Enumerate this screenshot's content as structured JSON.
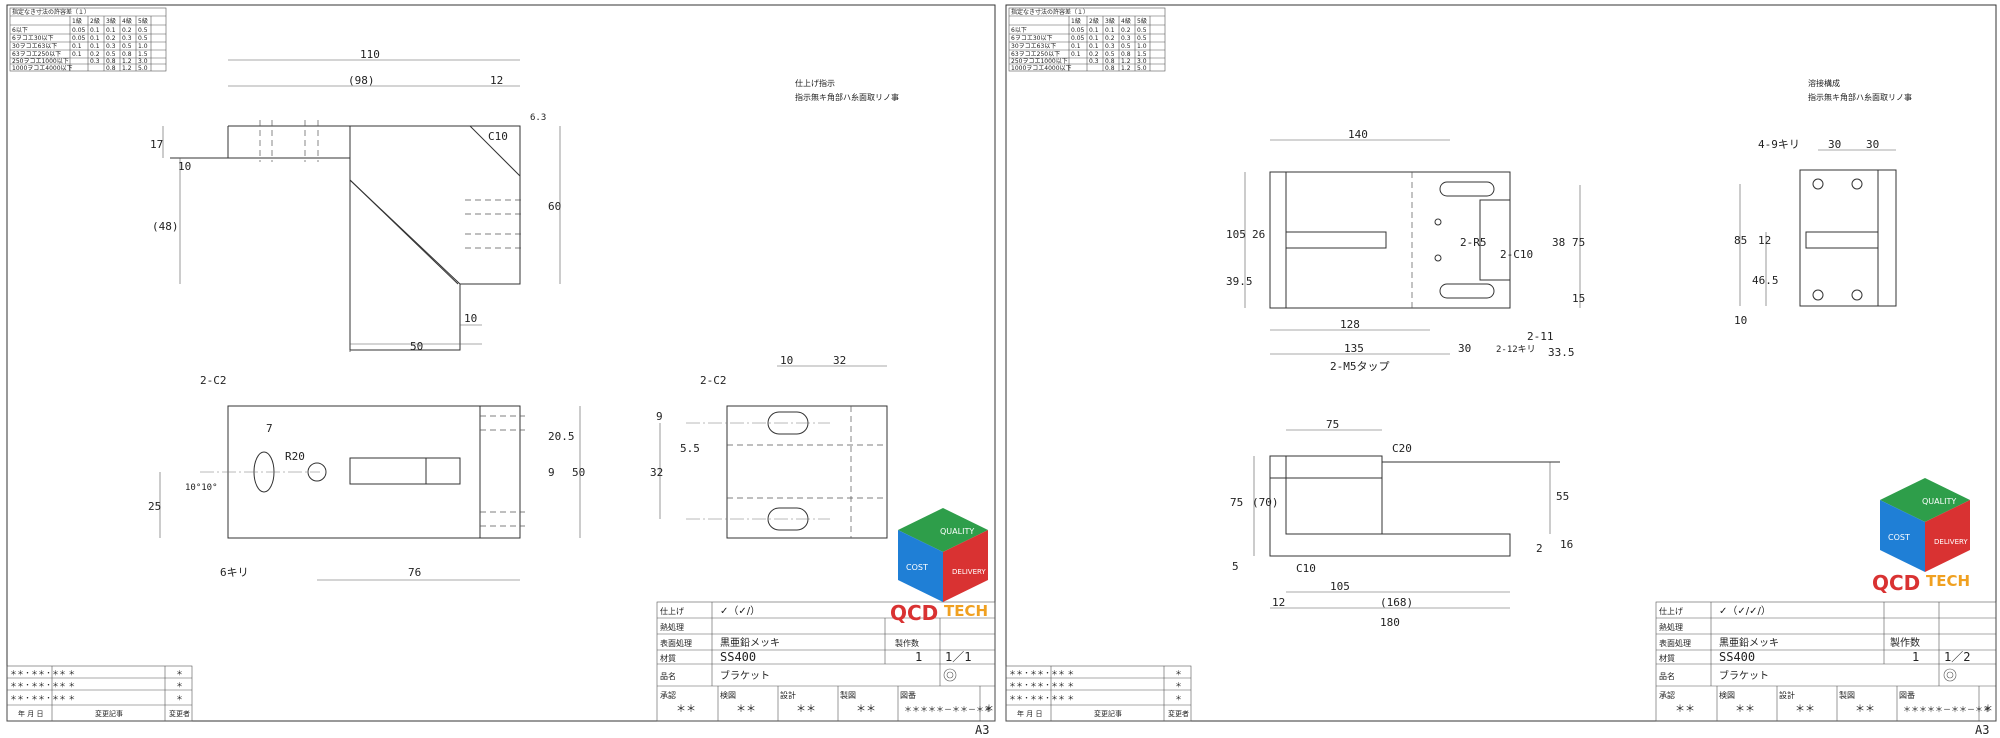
{
  "sheets": [
    {
      "tol_table": {
        "title": "指定なき寸法の許容差（１）",
        "head": [
          "",
          "1級",
          "2級",
          "3級",
          "4級",
          "5級"
        ],
        "rows": [
          [
            "6以下",
            "0.05",
            "0.1",
            "0.1",
            "0.2",
            "0.5"
          ],
          [
            "6ヲコエ30以下",
            "0.05",
            "0.1",
            "0.2",
            "0.3",
            "0.5"
          ],
          [
            "30ヲコエ63以下",
            "0.1",
            "0.1",
            "0.3",
            "0.5",
            "1.0"
          ],
          [
            "63ヲコエ250以下",
            "0.1",
            "0.2",
            "0.5",
            "0.8",
            "1.5"
          ],
          [
            "250ヲコエ1000以下",
            "",
            "0.3",
            "0.8",
            "1.2",
            "3.0"
          ],
          [
            "1000ヲコエ4000以下",
            "",
            "",
            "0.8",
            "1.2",
            "5.0"
          ]
        ]
      },
      "note_lines": [
        "仕上げ指示",
        "指示無キ角部ハ糸面取リノ事"
      ],
      "dims": {
        "d110": "110",
        "d98": "(98)",
        "d12": "12",
        "c10": "C10",
        "rough": "6.3",
        "d17": "17",
        "d10a": "10",
        "d48": "(48)",
        "d60": "60",
        "d10b": "10",
        "d50": "50",
        "c2a": "2-C2",
        "d7": "7",
        "r20": "R20",
        "ang": "10°10°",
        "d25": "25",
        "d205": "20.5",
        "d9": "9",
        "d50b": "50",
        "hole": "6キリ",
        "d76": "76",
        "c2b": "2-C2",
        "d10c": "10",
        "d32a": "32",
        "d9b": "9",
        "d55": "5.5",
        "d32b": "32"
      },
      "title_block": {
        "finish_label": "仕上げ",
        "finish_symbol": "✓（✓/）",
        "heat_label": "熱処理",
        "heat_value": "",
        "surface_label": "表面処理",
        "surface_value": "黒亜鉛メッキ",
        "material_label": "材質",
        "material_value": "SS400",
        "name_label": "品名",
        "name_value": "ブラケット",
        "qty_label": "製作数",
        "qty_value": "1",
        "sheet_value": "1／1",
        "sign_labels": [
          "承認",
          "検図",
          "設計",
          "製図",
          "図番"
        ],
        "sign_values": [
          "＊＊",
          "＊＊",
          "＊＊",
          "＊＊",
          "＊＊＊＊＊－＊＊－＊＊"
        ],
        "tail": "＊"
      },
      "revisions": {
        "rows": [
          "＊＊・＊＊・＊＊ ＊",
          "＊＊・＊＊・＊＊ ＊",
          "＊＊・＊＊・＊＊ ＊"
        ],
        "marks": [
          "＊",
          "＊",
          "＊"
        ],
        "head": [
          "年 月 日",
          "変更記事",
          "変更者"
        ]
      },
      "size": "A3"
    },
    {
      "tol_table": {
        "title": "指定なき寸法の許容差（１）",
        "head": [
          "",
          "1級",
          "2級",
          "3級",
          "4級",
          "5級"
        ],
        "rows": [
          [
            "6以下",
            "0.05",
            "0.1",
            "0.1",
            "0.2",
            "0.5"
          ],
          [
            "6ヲコエ30以下",
            "0.05",
            "0.1",
            "0.2",
            "0.3",
            "0.5"
          ],
          [
            "30ヲコエ63以下",
            "0.1",
            "0.1",
            "0.3",
            "0.5",
            "1.0"
          ],
          [
            "63ヲコエ250以下",
            "0.1",
            "0.2",
            "0.5",
            "0.8",
            "1.5"
          ],
          [
            "250ヲコエ1000以下",
            "",
            "0.3",
            "0.8",
            "1.2",
            "3.0"
          ],
          [
            "1000ヲコエ4000以下",
            "",
            "",
            "0.8",
            "1.2",
            "5.0"
          ]
        ]
      },
      "note_lines": [
        "溶接構成",
        "指示無キ角部ハ糸面取リノ事"
      ],
      "dims": {
        "d140": "140",
        "d105": "105",
        "d26": "26",
        "d395": "39.5",
        "r5": "2-R5",
        "c10": "2-C10",
        "d38": "38",
        "d75": "75",
        "d15": "15",
        "d128": "128",
        "d135": "135",
        "d30": "30",
        "d11": "2-11",
        "d335": "33.5",
        "k2": "2-12キリ",
        "m5": "2-M5タップ",
        "h4": "4-9キリ",
        "d30a": "30",
        "d30b": "30",
        "d85": "85",
        "d12": "12",
        "d465": "46.5",
        "d10": "10",
        "d75b": "75",
        "c20": "C20",
        "d70": "(70)",
        "d75c": "75",
        "d55": "55",
        "d5": "5",
        "c10b": "C10",
        "d105b": "105",
        "d168": "(168)",
        "d180": "180",
        "d12b": "12",
        "d16": "16",
        "d2": "2"
      },
      "title_block": {
        "finish_label": "仕上げ",
        "finish_symbol": "✓（✓/✓/）",
        "heat_label": "熱処理",
        "heat_value": "",
        "surface_label": "表面処理",
        "surface_value": "黒亜鉛メッキ",
        "material_label": "材質",
        "material_value": "SS400",
        "name_label": "品名",
        "name_value": "ブラケット",
        "qty_label": "製作数",
        "qty_value": "1",
        "sheet_value": "1／2",
        "sign_labels": [
          "承認",
          "検図",
          "設計",
          "製図",
          "図番"
        ],
        "sign_values": [
          "＊＊",
          "＊＊",
          "＊＊",
          "＊＊",
          "＊＊＊＊＊－＊＊－＊＊"
        ],
        "tail": "＊"
      },
      "revisions": {
        "rows": [
          "＊＊・＊＊・＊＊ ＊",
          "＊＊・＊＊・＊＊ ＊",
          "＊＊・＊＊・＊＊ ＊"
        ],
        "marks": [
          "＊",
          "＊",
          "＊"
        ],
        "head": [
          "年 月 日",
          "変更記事",
          "変更者"
        ]
      },
      "size": "A3"
    }
  ],
  "logo": {
    "words": [
      "QUALITY",
      "COST",
      "DELIVERY",
      "QCD",
      "TECH"
    ],
    "colors": {
      "green": "#2e9e4a",
      "blue": "#1f7fd6",
      "red": "#d93232",
      "orange": "#f0a020"
    }
  }
}
